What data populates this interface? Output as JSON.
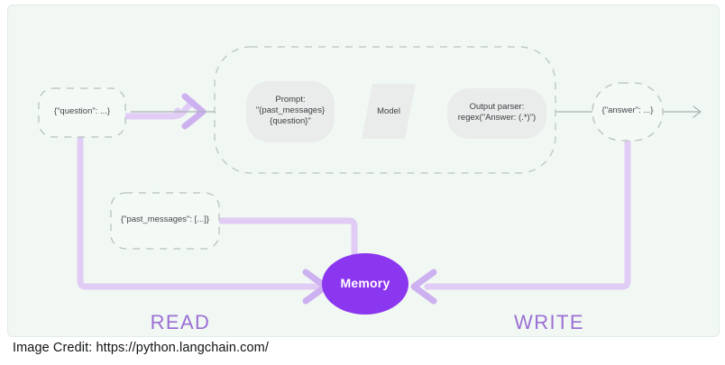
{
  "caption": "Image Credit: https://python.langchain.com/",
  "colors": {
    "panel_background": "#f1f8f3",
    "panel_border": "#e2ece5",
    "memory_fill": "#8b36ef",
    "memory_text": "#ffffff",
    "purple_path": "#e0ccf5",
    "purple_arrow": "#c9a9ec",
    "purple_label": "#9b6fd4",
    "gray_line": "#9aa3a8",
    "dashed_border": "#b9c2bc",
    "chain_node_fill": "#e9ecea",
    "node_text": "#3c4146"
  },
  "nodes": {
    "question": {
      "label": "{\"question\": ...}",
      "shape": "dashed-rounded-rect"
    },
    "past_messages": {
      "label": "{\"past_messages\": [...]}",
      "shape": "dashed-rounded-rect"
    },
    "answer": {
      "label": "{\"answer\": ...}",
      "shape": "dashed-rounded-rect"
    },
    "prompt": {
      "label": "Prompt:\n\"{past_messages}\n{question}\"",
      "shape": "rounded-rect"
    },
    "model": {
      "label": "Model",
      "shape": "parallelogram"
    },
    "output_parser": {
      "label": "Output parser:\nregex(\"Answer: (.*)\")",
      "shape": "rounded-rect"
    },
    "memory": {
      "label": "Memory",
      "shape": "ellipse"
    }
  },
  "containers": {
    "chain": {
      "label": "",
      "shape": "dashed-rounded-rect"
    }
  },
  "flow_labels": {
    "read": "READ",
    "write": "WRITE"
  },
  "edges": [
    {
      "name": "question-to-chain",
      "from": "question",
      "to": "chain",
      "style": "solid-gray"
    },
    {
      "name": "read-into-chain",
      "from": "memory",
      "to": "chain",
      "style": "solid-purple-arrow"
    },
    {
      "name": "chain-to-answer",
      "from": "chain",
      "to": "answer",
      "style": "solid-gray"
    },
    {
      "name": "answer-output",
      "from": "answer",
      "to": "output",
      "style": "solid-gray-arrow"
    },
    {
      "name": "memory-to-past-messages",
      "from": "memory",
      "to": "past_messages",
      "style": "solid-purple"
    },
    {
      "name": "past-messages-to-memory",
      "from": "past_messages",
      "to": "memory",
      "style": "solid-purple-arrow"
    },
    {
      "name": "answer-to-memory-write",
      "from": "answer",
      "to": "memory",
      "style": "solid-purple-arrow"
    }
  ]
}
